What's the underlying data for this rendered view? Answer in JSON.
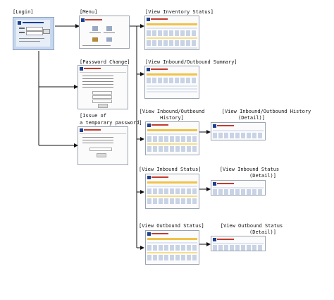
{
  "labels": {
    "login": "[Login]",
    "menu": "[Menu]",
    "password_change": "[Password Change]",
    "temp_password_line1": "[Issue of",
    "temp_password_line2": "a temporary password]",
    "view_inventory_status": "[View Inventory Status]",
    "view_inbound_outbound_summary": "[View Inbound/Outbound Summary]",
    "view_inbound_outbound_history_line1": "[View Inbound/Outbound",
    "view_inbound_outbound_history_line2": "History]",
    "view_inbound_outbound_history_detail_line1": "[View Inbound/Outbound History",
    "view_inbound_outbound_history_detail_line2": "(Detail)]",
    "view_inbound_status": "[View Inbound Status]",
    "view_inbound_status_detail_line1": "[View Inbound Status",
    "view_inbound_status_detail_line2": "(Detail)]",
    "view_outbound_status": "[View Outbound Status]",
    "view_outbound_status_detail_line1": "[View Outbound Status",
    "view_outbound_status_detail_line2": "(Detail)]"
  },
  "colors": {
    "connector": "#111111",
    "login_panel": "#c7d7ee",
    "thumb_accent": "#f0c24a",
    "logo_blue": "#1c3f8f"
  }
}
